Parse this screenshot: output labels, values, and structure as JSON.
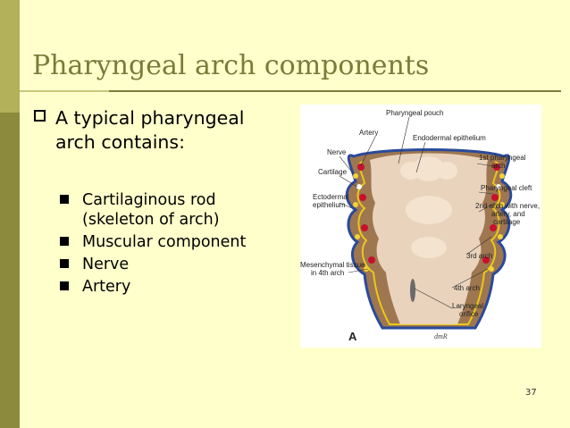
{
  "slide": {
    "title": "Pharyngeal arch components",
    "main_bullet": "A typical pharyngeal arch contains:",
    "sub_bullets": [
      "Cartilaginous rod (skeleton of arch)",
      "Muscular component",
      "Nerve",
      "Artery"
    ],
    "page_number": "37"
  },
  "figure": {
    "labels": {
      "pharyngeal_pouch": "Pharyngeal pouch",
      "artery": "Artery",
      "endodermal_epithelium": "Endodermal epithelium",
      "nerve": "Nerve",
      "cartilage": "Cartilage",
      "ectodermal_1": "Ectodermal",
      "ectodermal_2": "epithelium",
      "mesenchymal_1": "Mesenchymal tissue",
      "mesenchymal_2": "in 4th arch",
      "first_arch_1": "1st pharyngeal",
      "first_arch_2": "arch",
      "pharyngeal_cleft": "Pharyngeal cleft",
      "second_arch_1": "2nd arch with nerve,",
      "second_arch_2": "artery, and",
      "second_arch_3": "cartilage",
      "third_arch": "3rd arch",
      "fourth_arch": "4th arch",
      "laryngeal_1": "Laryngeal",
      "laryngeal_2": "orifice",
      "panel": "A",
      "signature": "dmR"
    },
    "colors": {
      "mesenchyme": "#9e7650",
      "floor": "#e9d3bc",
      "ectoderm": "#2a4a9a",
      "endoderm": "#e8c81a",
      "artery": "#c8102e",
      "nerve": "#f2d23a"
    }
  },
  "theme": {
    "background": "#ffffcc",
    "sidebar": "#8c8a3c",
    "title_color": "#7b7b3a"
  }
}
